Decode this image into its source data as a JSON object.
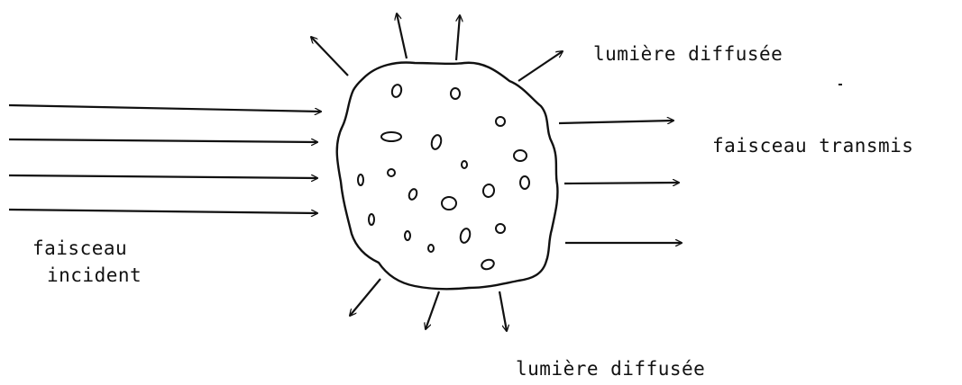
{
  "labels": {
    "scattered_top": "lumière diffusée",
    "transmitted": "faisceau transmis",
    "incident_line1": "faisceau",
    "incident_line2": "incident",
    "scattered_bottom": "lumière diffusée"
  },
  "colors": {
    "ink": "#111111",
    "background": "#ffffff"
  }
}
